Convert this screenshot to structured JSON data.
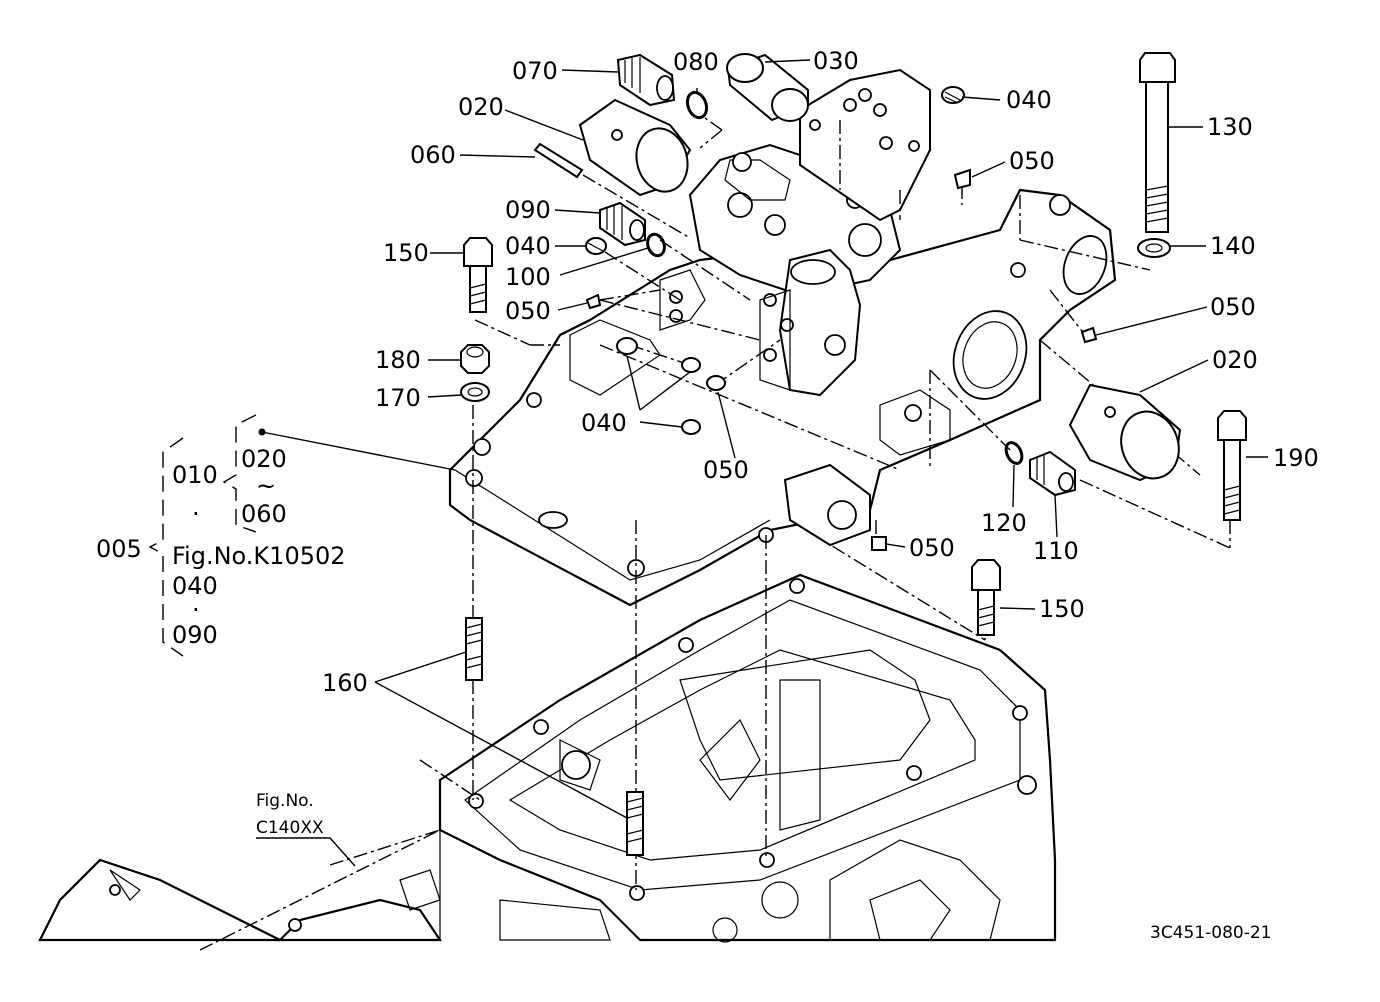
{
  "figure_code": "3C451-080-21",
  "labels": {
    "p070": "070",
    "p080": "080",
    "p030": "030",
    "p040_top": "040",
    "p020_top": "020",
    "p060": "060",
    "p050_top": "050",
    "p130": "130",
    "p090": "090",
    "p040_mid": "040",
    "p150_left": "150",
    "p100": "100",
    "p140": "140",
    "p050_left": "050",
    "p050_right": "050",
    "p180": "180",
    "p020_right": "020",
    "p170": "170",
    "p040_cluster": "040",
    "p190": "190",
    "p050_center": "050",
    "p120": "120",
    "p110": "110",
    "p050_bottom": "050",
    "p150_right": "150",
    "p160": "160"
  },
  "assembly_group": {
    "p005": "005",
    "p010": "010",
    "range_start": "020",
    "range_tilde": "~",
    "range_end": "060",
    "dot_a": "·",
    "fig_ref": "Fig.No.K10502",
    "p040": "040",
    "dot_b": "·",
    "p090": "090"
  },
  "ref_fig": {
    "line1": "Fig.No.",
    "line2": "C140XX"
  }
}
